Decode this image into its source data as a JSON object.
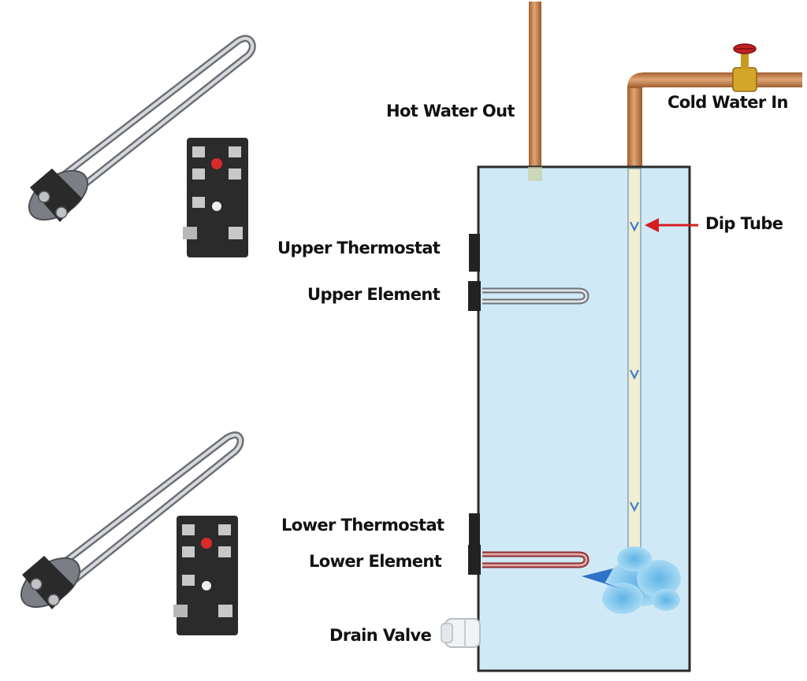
{
  "labels": {
    "hot_water_out": "Hot Water Out",
    "cold_water_in": "Cold Water In",
    "dip_tube": "Dip Tube",
    "upper_thermostat": "Upper Thermostat",
    "upper_element": "Upper Element",
    "lower_thermostat": "Lower Thermostat",
    "lower_element": "Lower Element",
    "drain_valve": "Drain Valve"
  },
  "colors": {
    "tank_water": "#cfeaf6",
    "tank_outline": "#2b2b2b",
    "copper": "#c98552",
    "dip_tube": "#f1efd2",
    "arrow": "#d41f1f",
    "flow_arrows": "#3d7fd0",
    "lower_element": "#b84545",
    "upper_element": "#9aa0a8",
    "cold_plume": "#7cc3ec"
  },
  "icons": {
    "spare_element_top": "heating-element-icon",
    "spare_thermostat_top": "thermostat-icon",
    "spare_element_bottom": "heating-element-icon",
    "spare_thermostat_bottom": "thermostat-icon",
    "cold_valve": "gate-valve-icon",
    "drain": "drain-valve-icon"
  }
}
